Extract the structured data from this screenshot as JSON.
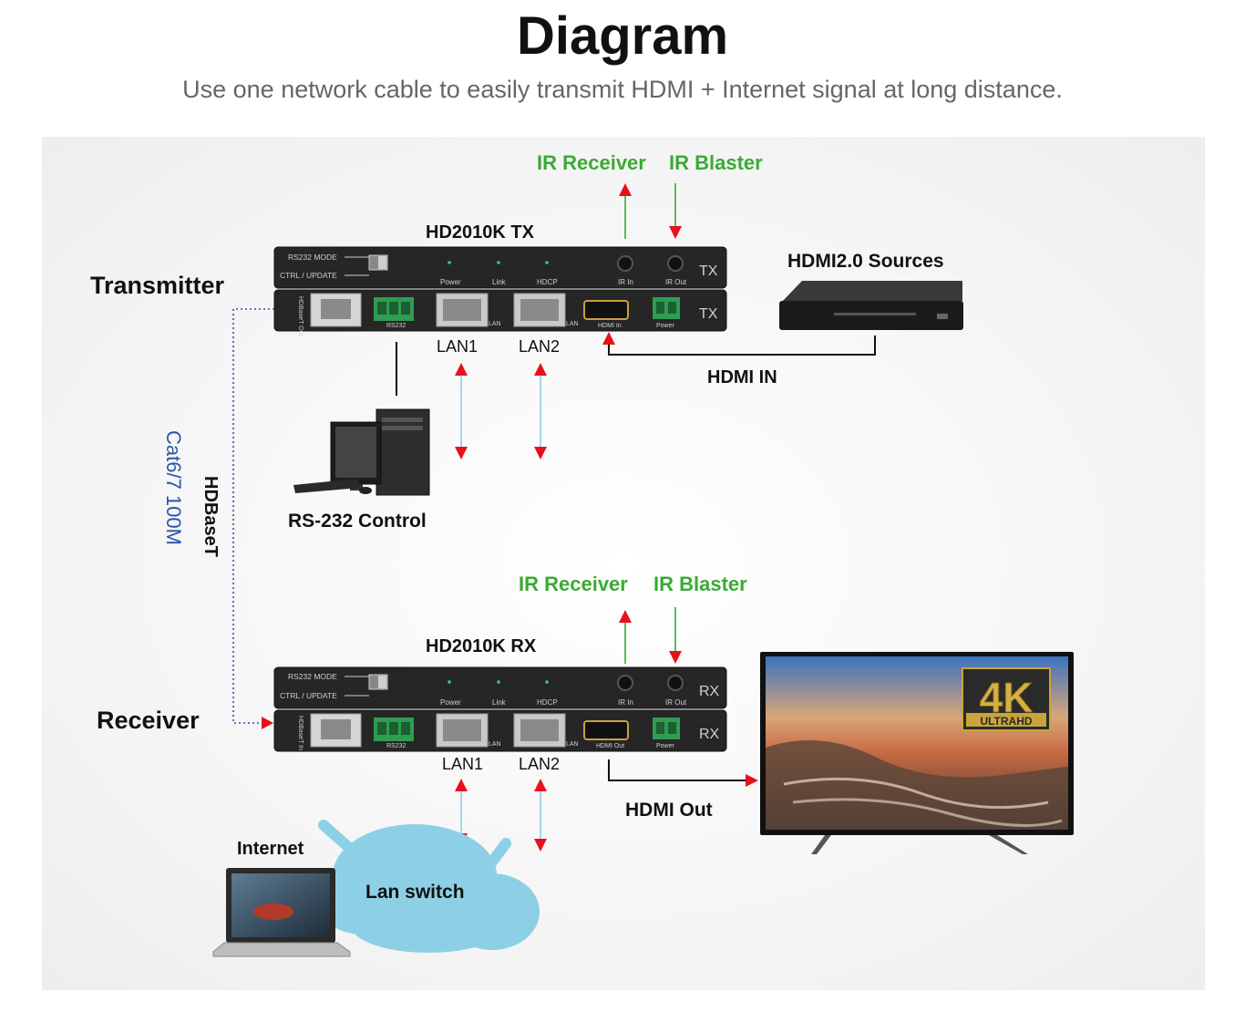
{
  "header": {
    "title": "Diagram",
    "subtitle": "Use one network cable to easily transmit HDMI + Internet signal at long distance."
  },
  "transmitter": {
    "label": "Transmitter",
    "model": "HD2010K TX",
    "ir_receiver": "IR Receiver",
    "ir_blaster": "IR  Blaster",
    "lan1": "LAN1",
    "lan2": "LAN2",
    "hdmi_in": "HDMI IN",
    "source_label": "HDMI2.0 Sources",
    "rs232_control": "RS-232 Control",
    "front_panel": {
      "rs232_mode": "RS232 MODE",
      "ctrl_update": "CTRL / UPDATE",
      "power": "Power",
      "link": "Link",
      "hdcp": "HDCP",
      "ir_in": "IR In",
      "ir_out": "IR Out",
      "tag": "TX"
    },
    "rear_panel": {
      "hdbaset_out": "HDBaseT Out",
      "rs232": "RS232",
      "lan": "LAN",
      "hdmi_port": "HDMI In",
      "power": "Power",
      "tag": "TX"
    }
  },
  "link": {
    "hdbaset": "HDBaseT",
    "cable": "Cat6/7  100M"
  },
  "receiver": {
    "label": "Receiver",
    "model": "HD2010K RX",
    "ir_receiver": "IR Receiver",
    "ir_blaster": "IR  Blaster",
    "lan1": "LAN1",
    "lan2": "LAN2",
    "hdmi_out": "HDMI Out",
    "internet": "Internet",
    "lan_switch": "Lan switch",
    "tv_badge_top": "4K",
    "tv_badge_bottom": "ULTRAHD",
    "front_panel": {
      "rs232_mode": "RS232 MODE",
      "ctrl_update": "CTRL / UPDATE",
      "power": "Power",
      "link": "Link",
      "hdcp": "HDCP",
      "ir_in": "IR In",
      "ir_out": "IR Out",
      "tag": "RX"
    },
    "rear_panel": {
      "hdbaset_in": "HDBaseT In",
      "rs232": "RS232",
      "lan": "LAN",
      "hdmi_port": "HDMI Out",
      "power": "Power",
      "tag": "RX"
    }
  },
  "colors": {
    "ir_label": "#3aaa35",
    "arrow_red": "#e8101a",
    "ir_line": "#3aaa35",
    "lan_line": "#8ecde8",
    "cable_blue": "#2a55a8",
    "device_body": "#232323",
    "cloud": "#8dd0e6"
  }
}
